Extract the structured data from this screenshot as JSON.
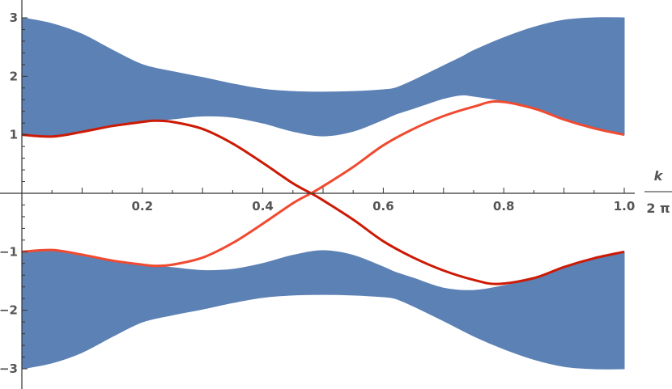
{
  "chart_data": {
    "type": "area",
    "xlabel_numerator": "k",
    "xlabel_denominator": "2 π",
    "ylabel": "",
    "xlim": [
      0,
      1
    ],
    "ylim": [
      -3,
      3
    ],
    "x_ticks": [
      "0.2",
      "0.4",
      "0.6",
      "0.8",
      "1.0"
    ],
    "x_tick_values": [
      0.2,
      0.4,
      0.6,
      0.8,
      1.0
    ],
    "y_ticks": [
      "3",
      "2",
      "1",
      "−1",
      "−2",
      "−3"
    ],
    "y_tick_values": [
      3,
      2,
      1,
      -1,
      -2,
      -3
    ],
    "grid": false,
    "colors": {
      "band": "#5c81b5",
      "edge_dark": "#cc1a05",
      "edge_light": "#f04a30",
      "axis": "#333333"
    },
    "bands": [
      {
        "name": "upper",
        "x": [
          0,
          0.05,
          0.1,
          0.15,
          0.2,
          0.25,
          0.3,
          0.35,
          0.4,
          0.45,
          0.5,
          0.55,
          0.6,
          0.62,
          0.65,
          0.7,
          0.73,
          0.75,
          0.8,
          0.85,
          0.9,
          0.95,
          1.0
        ],
        "lower": [
          1.0,
          0.97,
          1.05,
          1.15,
          1.22,
          1.27,
          1.32,
          1.3,
          1.2,
          1.06,
          0.98,
          1.06,
          1.26,
          1.35,
          1.45,
          1.62,
          1.68,
          1.66,
          1.58,
          1.45,
          1.26,
          1.11,
          1.0
        ],
        "upper": [
          3.0,
          2.9,
          2.72,
          2.45,
          2.2,
          2.08,
          1.98,
          1.87,
          1.78,
          1.74,
          1.73,
          1.74,
          1.77,
          1.8,
          1.93,
          2.18,
          2.33,
          2.44,
          2.66,
          2.84,
          2.96,
          3.0,
          3.0
        ]
      },
      {
        "name": "lower",
        "x": [
          0,
          0.05,
          0.1,
          0.15,
          0.2,
          0.25,
          0.3,
          0.35,
          0.4,
          0.45,
          0.5,
          0.55,
          0.6,
          0.62,
          0.65,
          0.7,
          0.75,
          0.8,
          0.85,
          0.9,
          0.95,
          1.0
        ],
        "upper": [
          -1.0,
          -0.97,
          -1.05,
          -1.15,
          -1.22,
          -1.27,
          -1.32,
          -1.3,
          -1.2,
          -1.06,
          -0.98,
          -1.06,
          -1.26,
          -1.35,
          -1.45,
          -1.62,
          -1.66,
          -1.58,
          -1.45,
          -1.26,
          -1.11,
          -1.0
        ],
        "lower": [
          -3.0,
          -2.9,
          -2.72,
          -2.45,
          -2.2,
          -2.08,
          -1.98,
          -1.87,
          -1.78,
          -1.74,
          -1.73,
          -1.74,
          -1.77,
          -1.8,
          -1.93,
          -2.18,
          -2.44,
          -2.66,
          -2.84,
          -2.96,
          -3.0,
          -3.0
        ]
      }
    ],
    "series": [
      {
        "color_key": "edge_dark",
        "x": [
          0,
          0.05,
          0.1,
          0.15,
          0.2,
          0.22,
          0.25,
          0.3,
          0.35,
          0.4,
          0.45,
          0.48,
          0.5,
          0.55,
          0.6,
          0.65,
          0.7,
          0.75,
          0.79,
          0.85,
          0.9,
          0.95,
          1.0
        ],
        "y": [
          1.0,
          0.97,
          1.05,
          1.15,
          1.22,
          1.24,
          1.22,
          1.1,
          0.85,
          0.52,
          0.17,
          0.0,
          -0.12,
          -0.45,
          -0.82,
          -1.1,
          -1.32,
          -1.48,
          -1.55,
          -1.45,
          -1.26,
          -1.11,
          -1.0
        ]
      },
      {
        "color_key": "edge_light",
        "x": [
          0,
          0.05,
          0.1,
          0.15,
          0.2,
          0.22,
          0.25,
          0.3,
          0.35,
          0.4,
          0.45,
          0.48,
          0.5,
          0.55,
          0.6,
          0.65,
          0.7,
          0.75,
          0.79,
          0.85,
          0.9,
          0.95,
          1.0
        ],
        "y": [
          -1.0,
          -0.97,
          -1.05,
          -1.15,
          -1.22,
          -1.24,
          -1.22,
          -1.1,
          -0.85,
          -0.52,
          -0.17,
          0.0,
          0.12,
          0.45,
          0.82,
          1.1,
          1.32,
          1.48,
          1.57,
          1.45,
          1.26,
          1.11,
          1.0
        ]
      }
    ]
  }
}
